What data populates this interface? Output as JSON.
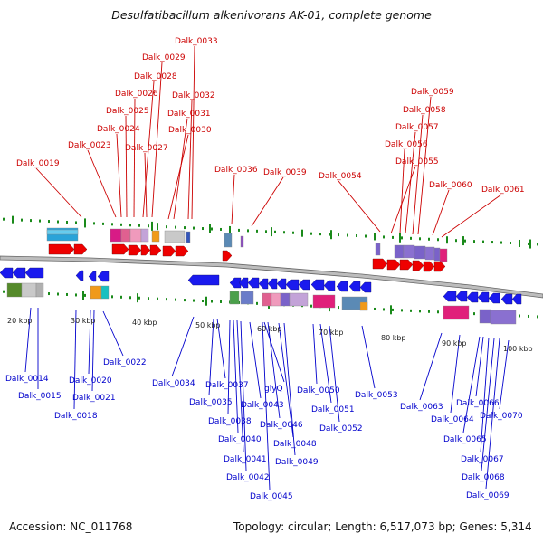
{
  "title": "Desulfatibacillum alkenivorans AK-01, complete genome",
  "footer": {
    "accession": "Accession: NC_011768",
    "stats": "Topology: circular; Length: 6,517,073 bp; Genes: 5,314"
  },
  "colors": {
    "upper_labels": "#cc0000",
    "lower_labels": "#0000cc",
    "forward_genes": "#ee0000",
    "reverse_genes": "#1a1aee",
    "ticks": "#1a8a1a",
    "backbone": "#888888"
  },
  "scale_labels": [
    "20 kbp",
    "30 kbp",
    "40 kbp",
    "50 kbp",
    "60 kbp",
    "70 kbp",
    "80 kbp",
    "90 kbp",
    "100 kbp"
  ],
  "upper_genes": [
    "Dalk_0019",
    "Dalk_0023",
    "Dalk_0024",
    "Dalk_0025",
    "Dalk_0026",
    "Dalk_0027",
    "Dalk_0028",
    "Dalk_0029",
    "Dalk_0030",
    "Dalk_0031",
    "Dalk_0032",
    "Dalk_0033",
    "Dalk_0036",
    "Dalk_0039",
    "Dalk_0054",
    "Dalk_0055",
    "Dalk_0056",
    "Dalk_0057",
    "Dalk_0058",
    "Dalk_0059",
    "Dalk_0060",
    "Dalk_0061"
  ],
  "lower_genes": [
    "Dalk_0014",
    "Dalk_0015",
    "Dalk_0018",
    "Dalk_0020",
    "Dalk_0021",
    "Dalk_0022",
    "Dalk_0034",
    "Dalk_0035",
    "Dalk_0037",
    "Dalk_0038",
    "Dalk_0040",
    "Dalk_0041",
    "Dalk_0042",
    "glyQ",
    "Dalk_0043",
    "Dalk_0045",
    "Dalk_0046",
    "Dalk_0048",
    "Dalk_0049",
    "Dalk_0050",
    "Dalk_0051",
    "Dalk_0052",
    "Dalk_0053",
    "Dalk_0063",
    "Dalk_0064",
    "Dalk_0065",
    "Dalk_0066",
    "Dalk_0067",
    "Dalk_0068",
    "Dalk_0069",
    "Dalk_0070"
  ]
}
